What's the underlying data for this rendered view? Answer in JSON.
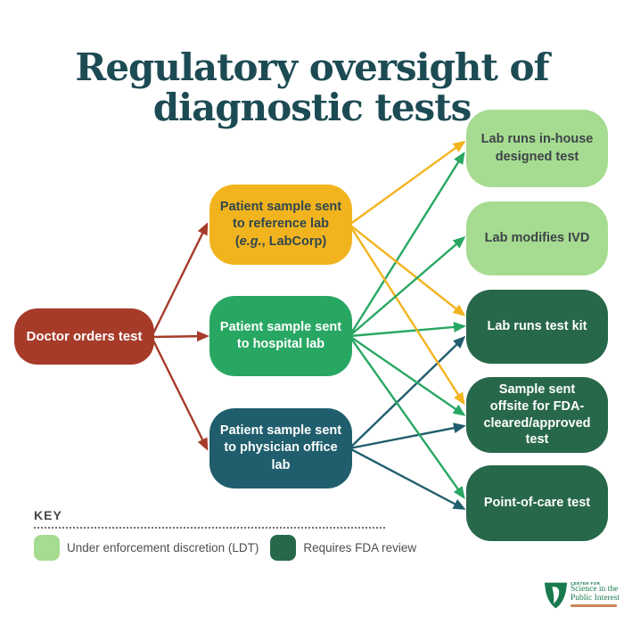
{
  "title": "Regulatory oversight of\ndiagnostic tests",
  "colors": {
    "background": "#ffffff",
    "title": "#1d4b54",
    "red": "#a63b2a",
    "yellow": "#f2b41e",
    "green": "#28a763",
    "teal": "#205e6d",
    "light_green": "#a6dc91",
    "dark_green": "#28684a",
    "key_text": "#4e4e50"
  },
  "diagram": {
    "nodes": {
      "doctor": {
        "label": "Doctor orders test",
        "color": "#a63b2a",
        "text_color": "#ffffff"
      },
      "reference": {
        "label": "Patient sample sent\nto reference lab",
        "note_pre": "(",
        "note_italic": "e.g.",
        "note_post": ", LabCorp)",
        "color": "#f2b41e",
        "text_color": "#2f474f"
      },
      "hospital": {
        "label": "Patient sample sent\nto hospital lab",
        "color": "#28a763",
        "text_color": "#ffffff"
      },
      "physician": {
        "label": "Patient sample sent\nto physician office\nlab",
        "color": "#205e6d",
        "text_color": "#ffffff"
      },
      "inhouse": {
        "label": "Lab runs in-house\ndesigned test",
        "color": "#a6dc91",
        "text_color": "#3e4449"
      },
      "ivd": {
        "label": "Lab modifies IVD",
        "color": "#a6dc91",
        "text_color": "#3e4449"
      },
      "testkit": {
        "label": "Lab runs test kit",
        "color": "#28684a",
        "text_color": "#ffffff"
      },
      "offsite": {
        "label": "Sample sent\noffsite for FDA-\ncleared/approved\ntest",
        "color": "#28684a",
        "text_color": "#ffffff"
      },
      "pointcare": {
        "label": "Point-of-care test",
        "color": "#28684a",
        "text_color": "#ffffff"
      }
    },
    "edges": [
      {
        "from": "doctor",
        "to": "reference",
        "color": "#a63b2a"
      },
      {
        "from": "doctor",
        "to": "hospital",
        "color": "#a63b2a"
      },
      {
        "from": "doctor",
        "to": "physician",
        "color": "#a63b2a"
      },
      {
        "from": "reference",
        "to": "inhouse",
        "color": "#f2b41e"
      },
      {
        "from": "reference",
        "to": "testkit",
        "color": "#f2b41e"
      },
      {
        "from": "reference",
        "to": "offsite",
        "color": "#f2b41e"
      },
      {
        "from": "hospital",
        "to": "inhouse",
        "color": "#28a763"
      },
      {
        "from": "hospital",
        "to": "ivd",
        "color": "#28a763"
      },
      {
        "from": "hospital",
        "to": "testkit",
        "color": "#28a763"
      },
      {
        "from": "hospital",
        "to": "offsite",
        "color": "#28a763"
      },
      {
        "from": "hospital",
        "to": "pointcare",
        "color": "#28a763"
      },
      {
        "from": "physician",
        "to": "testkit",
        "color": "#205e6d"
      },
      {
        "from": "physician",
        "to": "offsite",
        "color": "#205e6d"
      },
      {
        "from": "physician",
        "to": "pointcare",
        "color": "#205e6d"
      }
    ]
  },
  "key": {
    "title": "KEY",
    "items": [
      {
        "swatch": "#a6dc91",
        "label": "Under enforcement discretion (LDT)"
      },
      {
        "swatch": "#28684a",
        "label": "Requires FDA review"
      }
    ]
  },
  "logo": {
    "line1": "CENTER FOR",
    "line2": "Science in the",
    "line3": "Public Interest"
  }
}
